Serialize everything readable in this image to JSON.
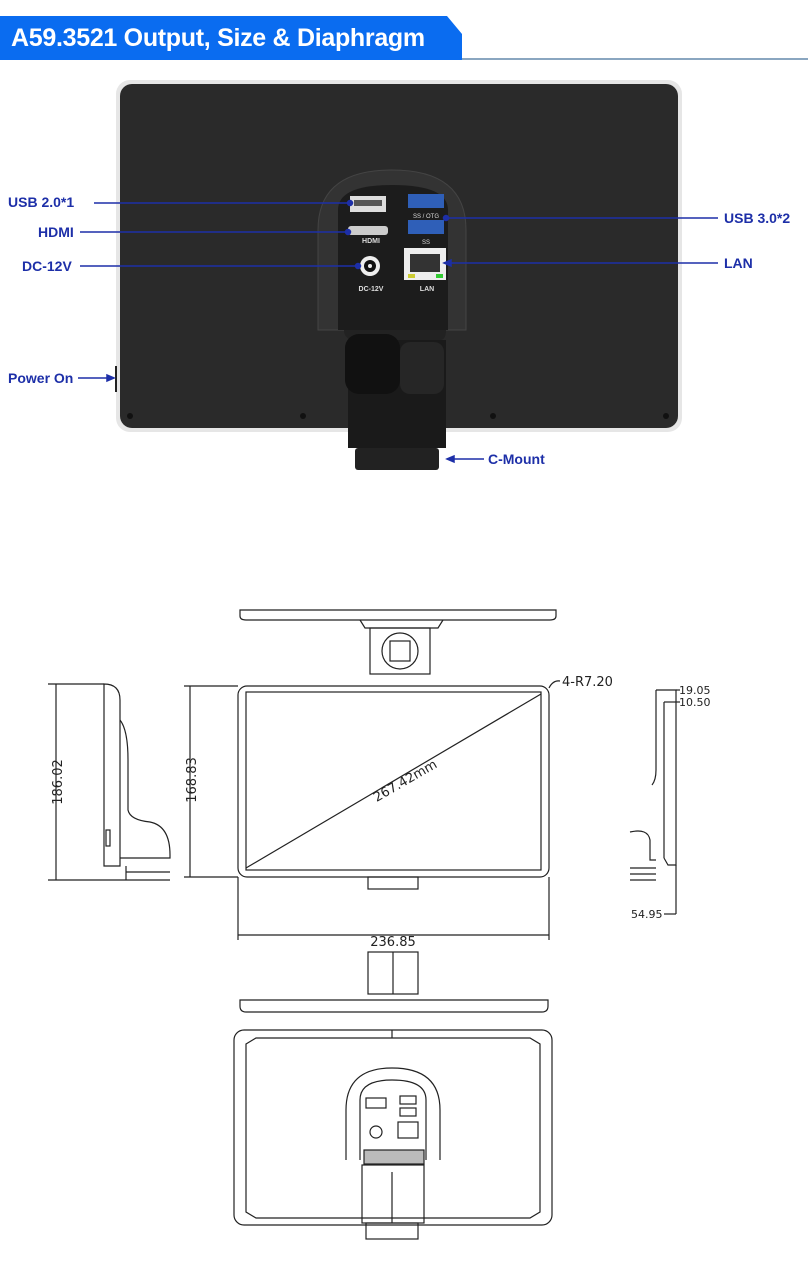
{
  "header": {
    "title": "A59.3521 Output, Size & Diaphragm"
  },
  "colors": {
    "banner": "#0a6cf0",
    "label": "#1d2fa8",
    "device": "#2a2a2a"
  },
  "callouts": {
    "usb2": "USB 2.0*1",
    "hdmi": "HDMI",
    "dc": "DC-12V",
    "power": "Power On",
    "usb3": "USB 3.0*2",
    "lan": "LAN",
    "cmount": "C-Mount"
  },
  "port_labels": {
    "hdmi": "HDMI",
    "dc": "DC-12V",
    "lan": "LAN",
    "usb3_otg": "SS / OTG",
    "usb3": "SS"
  },
  "dimensions": {
    "radius": "4-R7.20",
    "diagonal": "267.42mm",
    "height_front": "168.83",
    "width_front": "236.85",
    "height_side": "186.02",
    "depth_top": "19.05",
    "depth_mid": "10.50",
    "depth_total": "54.95"
  }
}
